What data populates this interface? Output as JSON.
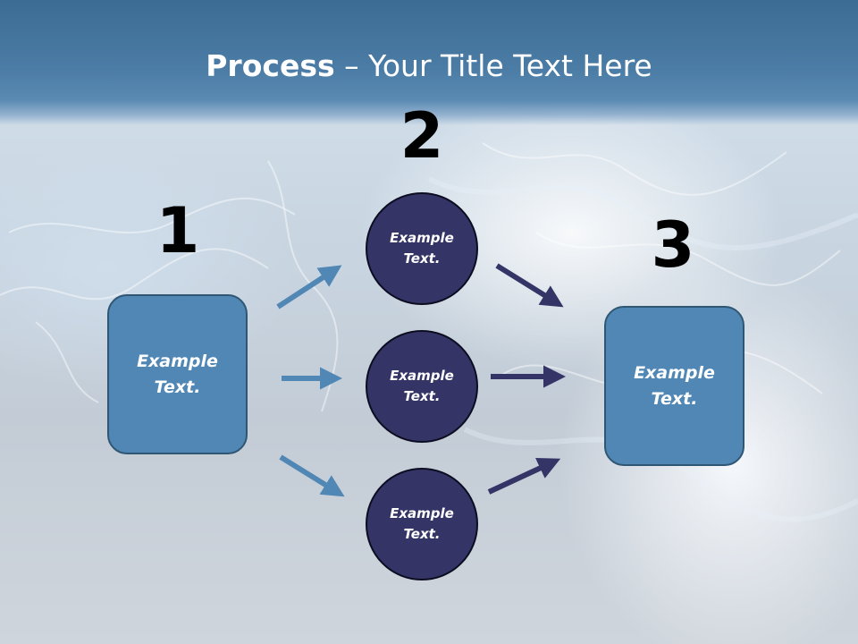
{
  "slide": {
    "title_bold": "Process",
    "title_rest": " – Your Title Text Here",
    "numbers": {
      "step1": "1",
      "step2": "2",
      "step3": "3"
    },
    "left_box": {
      "text": "Example Text."
    },
    "right_box": {
      "text": "Example Text."
    },
    "circles": [
      {
        "text": "Example Text."
      },
      {
        "text": "Example Text."
      },
      {
        "text": "Example Text."
      }
    ]
  },
  "colors": {
    "header": "#4b7ca5",
    "box_fill": "#5087b5",
    "circle_fill": "#343466",
    "arrow_light": "#5087b5",
    "arrow_dark": "#343466"
  }
}
